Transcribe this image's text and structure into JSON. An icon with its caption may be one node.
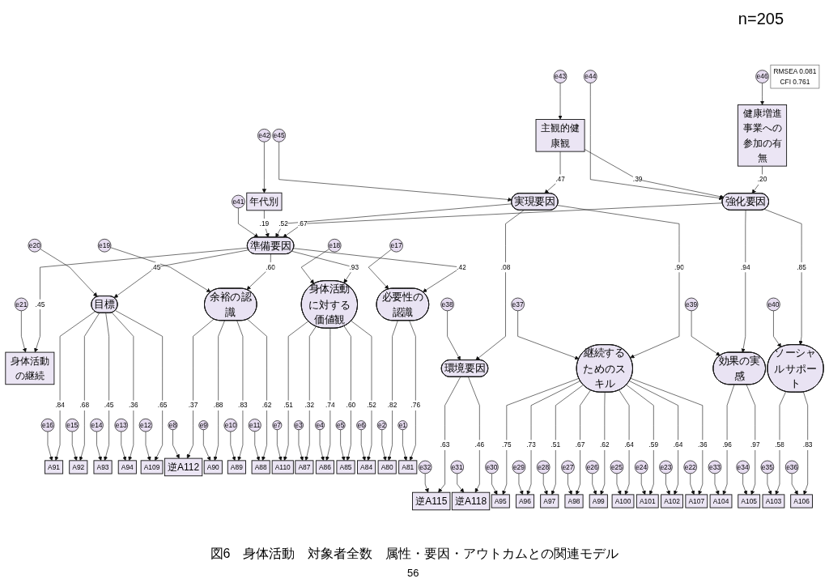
{
  "diagram": {
    "caption": "図6　身体活動　対象者全数　属性・要因・アウトカムとの関連モデル",
    "nodes": [
      {
        "text": [
          "e8"
        ]
      },
      {
        "text": [
          "e9"
        ]
      },
      {
        "text": [
          "e10"
        ]
      },
      {
        "text": [
          "e11"
        ]
      },
      {
        "text": [
          "e7"
        ]
      },
      {
        "text": [
          "e3"
        ]
      },
      {
        "text": [
          "e4"
        ]
      },
      {
        "text": [
          "e5"
        ]
      },
      {
        "text": [
          "e6"
        ]
      },
      {
        "text": [
          "e2"
        ]
      },
      {
        "text": [
          "逆A112"
        ]
      },
      {
        "text": [
          "A90"
        ]
      },
      {
        "text": [
          "A89"
        ]
      },
      {
        "text": [
          "A88"
        ]
      },
      {
        "text": [
          "A110"
        ]
      },
      {
        "text": [
          "A87"
        ]
      },
      {
        "text": [
          "A86"
        ]
      },
      {
        "text": [
          "A85"
        ]
      },
      {
        "text": [
          "A84"
        ]
      },
      {
        "text": [
          "A80"
        ]
      },
      {
        "text": [
          "e1"
        ]
      },
      {
        "text": [
          "A81"
        ]
      },
      {
        "text": [
          "e16"
        ]
      },
      {
        "text": [
          "A91"
        ]
      },
      {
        "text": [
          "e19"
        ]
      },
      {
        "text": [
          "e18"
        ]
      },
      {
        "text": [
          "余裕の認識"
        ]
      },
      {
        "text": [
          "身体活動に対する価値観"
        ]
      },
      {
        "text": [
          "e15"
        ]
      },
      {
        "text": [
          "A92"
        ]
      },
      {
        "text": [
          "e14"
        ]
      },
      {
        "text": [
          "A93"
        ]
      },
      {
        "text": [
          "e20"
        ]
      },
      {
        "text": [
          "e13"
        ]
      },
      {
        "text": [
          "A94"
        ]
      },
      {
        "text": [
          "e12"
        ]
      },
      {
        "text": [
          "A109"
        ]
      },
      {
        "text": [
          "目標"
        ]
      },
      {
        "text": [
          "e17"
        ]
      },
      {
        "text": [
          "必要性の認識"
        ]
      },
      {
        "text": [
          "e42"
        ]
      },
      {
        "text": [
          "e41"
        ]
      },
      {
        "text": [
          "年代別"
        ]
      },
      {
        "text": [
          "準備要因"
        ]
      },
      {
        "text": [
          "身体活動の継続"
        ]
      },
      {
        "text": [
          "e21"
        ]
      },
      {
        "text": [
          "e43"
        ]
      },
      {
        "text": [
          "主観的健康観"
        ]
      },
      {
        "text": [
          "実現要因"
        ]
      },
      {
        "text": [
          "強化要因"
        ]
      },
      {
        "text": [
          "e45"
        ]
      },
      {
        "text": [
          "健康増進事業への参加の有無"
        ]
      },
      {
        "text": [
          "e44"
        ]
      },
      {
        "text": [
          "RMSEA 0.081",
          "CFI 0.761"
        ]
      },
      {
        "text": [
          "e32"
        ]
      },
      {
        "text": [
          "逆A115"
        ]
      },
      {
        "text": [
          "環境要因"
        ]
      },
      {
        "text": [
          "e38"
        ]
      },
      {
        "text": [
          "e31"
        ]
      },
      {
        "text": [
          "逆A118"
        ]
      },
      {
        "text": [
          "e46"
        ]
      },
      {
        "text": [
          "e37"
        ]
      },
      {
        "text": [
          "e39"
        ]
      },
      {
        "text": [
          "効果の実感"
        ]
      },
      {
        "text": [
          "ソーシャルサポート"
        ]
      },
      {
        "text": [
          "継続するためのスキル"
        ]
      },
      {
        "text": [
          "e40"
        ]
      },
      {
        "text": [
          "A95"
        ]
      },
      {
        "text": [
          "A96"
        ]
      },
      {
        "text": [
          "A97"
        ]
      },
      {
        "text": [
          "A98"
        ]
      },
      {
        "text": [
          "A99"
        ]
      },
      {
        "text": [
          "A100"
        ]
      },
      {
        "text": [
          "A101"
        ]
      },
      {
        "text": [
          "A102"
        ]
      },
      {
        "text": [
          "A107"
        ]
      },
      {
        "text": [
          "A104"
        ]
      },
      {
        "text": [
          "A105"
        ]
      },
      {
        "text": [
          "A103"
        ]
      },
      {
        "text": [
          "A106"
        ]
      },
      {
        "text": [
          "e30"
        ]
      },
      {
        "text": [
          "e29"
        ]
      },
      {
        "text": [
          "e28"
        ]
      },
      {
        "text": [
          "e27"
        ]
      },
      {
        "text": [
          "e26"
        ]
      },
      {
        "text": [
          "e25"
        ]
      },
      {
        "text": [
          "e24"
        ]
      },
      {
        "text": [
          "e23"
        ]
      },
      {
        "text": [
          "e22"
        ]
      },
      {
        "text": [
          "e33"
        ]
      },
      {
        "text": [
          "e34"
        ]
      },
      {
        "text": [
          "e35"
        ]
      },
      {
        "text": [
          "e36"
        ]
      }
    ],
    "edges": [
      {
        "from": 0,
        "to": 10,
        "arrow": "to"
      },
      {
        "from": 1,
        "to": 11,
        "arrow": "to"
      },
      {
        "from": 2,
        "to": 12,
        "arrow": "to"
      },
      {
        "from": 3,
        "to": 13,
        "arrow": "to"
      },
      {
        "from": 4,
        "to": 14,
        "arrow": "to"
      },
      {
        "from": 5,
        "to": 15,
        "arrow": "to"
      },
      {
        "from": 6,
        "to": 16,
        "arrow": "to"
      },
      {
        "from": 7,
        "to": 17,
        "arrow": "to"
      },
      {
        "from": 8,
        "to": 18,
        "arrow": "to"
      },
      {
        "from": 9,
        "to": 19,
        "arrow": "to"
      },
      {
        "from": 20,
        "to": 21,
        "arrow": "to"
      },
      {
        "from": 22,
        "to": 23,
        "arrow": "to"
      },
      {
        "from": 24,
        "to": 26,
        "arrow": "to"
      },
      {
        "from": 25,
        "to": 27,
        "arrow": "to"
      },
      {
        "from": 28,
        "to": 29,
        "arrow": "to"
      },
      {
        "from": 30,
        "to": 31,
        "arrow": "to"
      },
      {
        "from": 32,
        "to": 37,
        "arrow": "to"
      },
      {
        "from": 33,
        "to": 34,
        "arrow": "to"
      },
      {
        "from": 35,
        "to": 36,
        "arrow": "to"
      },
      {
        "from": 38,
        "to": 39,
        "arrow": "to"
      },
      {
        "from": 40,
        "to": 42,
        "arrow": "to"
      },
      {
        "from": 41,
        "to": 43,
        "arrow": "to"
      },
      {
        "from": 45,
        "to": 44,
        "arrow": "to"
      },
      {
        "from": 46,
        "to": 47,
        "arrow": "to"
      },
      {
        "from": 50,
        "to": 48,
        "arrow": "to"
      },
      {
        "from": 52,
        "to": 49,
        "arrow": "to"
      },
      {
        "from": 54,
        "to": 55,
        "arrow": "to"
      },
      {
        "from": 57,
        "to": 56,
        "arrow": "to"
      },
      {
        "from": 58,
        "to": 59,
        "arrow": "to"
      },
      {
        "from": 60,
        "to": 51,
        "arrow": "to"
      },
      {
        "from": 61,
        "to": 65,
        "arrow": "to"
      },
      {
        "from": 62,
        "to": 63,
        "arrow": "to"
      },
      {
        "from": 66,
        "to": 64,
        "arrow": "to"
      },
      {
        "from": 80,
        "to": 67,
        "arrow": "to"
      },
      {
        "from": 81,
        "to": 68,
        "arrow": "to"
      },
      {
        "from": 82,
        "to": 69,
        "arrow": "to"
      },
      {
        "from": 83,
        "to": 70,
        "arrow": "to"
      },
      {
        "from": 84,
        "to": 71,
        "arrow": "to"
      },
      {
        "from": 85,
        "to": 72,
        "arrow": "to"
      },
      {
        "from": 86,
        "to": 73,
        "arrow": "to"
      },
      {
        "from": 87,
        "to": 74,
        "arrow": "to"
      },
      {
        "from": 88,
        "to": 75,
        "arrow": "to"
      },
      {
        "from": 89,
        "to": 76,
        "arrow": "to"
      },
      {
        "from": 90,
        "to": 77,
        "arrow": "to"
      },
      {
        "from": 91,
        "to": 78,
        "arrow": "to"
      },
      {
        "from": 92,
        "to": 79,
        "arrow": "to"
      },
      {
        "from": 26,
        "to": 10,
        "arrow": "to",
        "label": ".37"
      },
      {
        "from": 26,
        "to": 11,
        "arrow": "to",
        "label": ".88"
      },
      {
        "from": 26,
        "to": 12,
        "arrow": "to",
        "label": ".83"
      },
      {
        "from": 26,
        "to": 13,
        "arrow": "to",
        "label": ".62"
      },
      {
        "from": 27,
        "to": 14,
        "arrow": "to",
        "label": ".51"
      },
      {
        "from": 27,
        "to": 15,
        "arrow": "to",
        "label": ".32"
      },
      {
        "from": 27,
        "to": 16,
        "arrow": "to",
        "label": ".74"
      },
      {
        "from": 27,
        "to": 17,
        "arrow": "to",
        "label": ".60"
      },
      {
        "from": 27,
        "to": 18,
        "arrow": "to",
        "label": ".52"
      },
      {
        "from": 39,
        "to": 19,
        "arrow": "to",
        "label": ".82"
      },
      {
        "from": 39,
        "to": 21,
        "arrow": "to",
        "label": ".76"
      },
      {
        "from": 37,
        "to": 23,
        "arrow": "to",
        "label": ".84"
      },
      {
        "from": 37,
        "to": 29,
        "arrow": "to",
        "label": ".68"
      },
      {
        "from": 37,
        "to": 31,
        "arrow": "to",
        "label": ".45"
      },
      {
        "from": 37,
        "to": 34,
        "arrow": "to",
        "label": ".36"
      },
      {
        "from": 37,
        "to": 36,
        "arrow": "to",
        "label": ".65"
      },
      {
        "from": 43,
        "to": 37,
        "arrow": "to",
        "label": ".45"
      },
      {
        "from": 43,
        "to": 26,
        "arrow": "to",
        "label": ".60"
      },
      {
        "from": 43,
        "to": 27,
        "arrow": "to",
        "label": ".93"
      },
      {
        "from": 43,
        "to": 39,
        "arrow": "to",
        "label": ".42"
      },
      {
        "from": 43,
        "to": 44,
        "arrow": "to",
        "label": ".45"
      },
      {
        "from": 42,
        "to": 43,
        "arrow": "to",
        "label": ".19"
      },
      {
        "from": 48,
        "to": 43,
        "arrow": "to",
        "label": ".52"
      },
      {
        "from": 47,
        "to": 48,
        "arrow": "to",
        "label": ".47"
      },
      {
        "from": 47,
        "to": 49,
        "arrow": "to",
        "label": ".39"
      },
      {
        "from": 51,
        "to": 49,
        "arrow": "to",
        "label": ".20"
      },
      {
        "from": 49,
        "to": 43,
        "arrow": "to",
        "label": ".67"
      },
      {
        "from": 48,
        "to": 56,
        "arrow": "to",
        "label": ".08"
      },
      {
        "from": 48,
        "to": 65,
        "arrow": "to",
        "label": ".90"
      },
      {
        "from": 49,
        "to": 63,
        "arrow": "to",
        "label": ".94"
      },
      {
        "from": 49,
        "to": 64,
        "arrow": "to",
        "label": ".85"
      },
      {
        "from": 56,
        "to": 55,
        "arrow": "to",
        "label": ".63"
      },
      {
        "from": 56,
        "to": 59,
        "arrow": "to",
        "label": ".46"
      },
      {
        "from": 65,
        "to": 67,
        "arrow": "to",
        "label": ".75"
      },
      {
        "from": 65,
        "to": 68,
        "arrow": "to",
        "label": ".73"
      },
      {
        "from": 65,
        "to": 69,
        "arrow": "to",
        "label": ".51"
      },
      {
        "from": 65,
        "to": 70,
        "arrow": "to",
        "label": ".67"
      },
      {
        "from": 65,
        "to": 71,
        "arrow": "to",
        "label": ".62"
      },
      {
        "from": 65,
        "to": 72,
        "arrow": "to",
        "label": ".64"
      },
      {
        "from": 65,
        "to": 73,
        "arrow": "to",
        "label": ".59"
      },
      {
        "from": 65,
        "to": 74,
        "arrow": "to",
        "label": ".64"
      },
      {
        "from": 65,
        "to": 75,
        "arrow": "to",
        "label": ".36"
      },
      {
        "from": 63,
        "to": 76,
        "arrow": "to",
        "label": ".96"
      },
      {
        "from": 63,
        "to": 77,
        "arrow": "to",
        "label": ".97"
      },
      {
        "from": 64,
        "to": 78,
        "arrow": "to",
        "label": ".58"
      },
      {
        "from": 64,
        "to": 79,
        "arrow": "to",
        "label": ".83"
      }
    ],
    "labels": [
      "n=205",
      "56"
    ]
  }
}
